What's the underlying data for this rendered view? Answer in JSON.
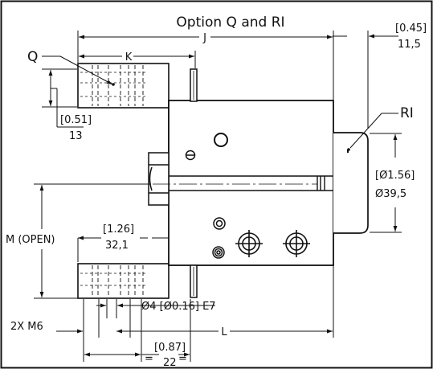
{
  "title": "Option Q and RI",
  "labels": {
    "j": "J",
    "k": "K",
    "l": "L",
    "q": "Q",
    "ri": "RI",
    "m_open": "M (OPEN)",
    "dim_045_in": "[0.45]",
    "dim_045_mm": "11,5",
    "dim_051_in": "[0.51]",
    "dim_051_mm": "13",
    "dim_126_in": "[1.26]",
    "dim_126_mm": "32,1",
    "dim_156_in": "[Ø1.56]",
    "dim_156_mm": "Ø39,5",
    "hole_spec": "Ø4 [Ø0.16] E7",
    "thread_spec": "2X M6",
    "dim_087_in": "[0.87]",
    "dim_087_mm": "22",
    "equal_left": "=",
    "equal_right": "="
  },
  "colors": {
    "line": "#111111",
    "paper": "#ffffff",
    "hatch": "#8a8a8a"
  }
}
